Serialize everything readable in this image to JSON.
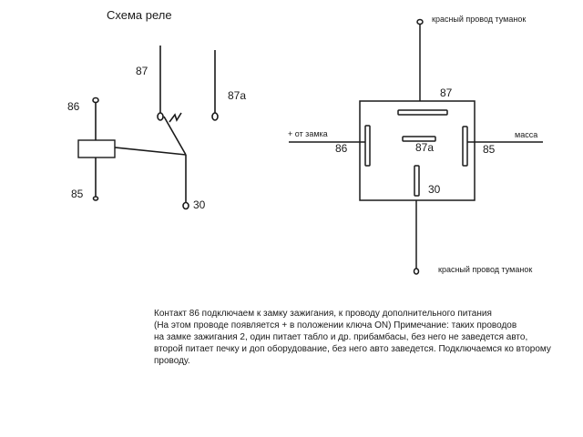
{
  "left_diagram": {
    "title": "Схема реле",
    "pin_87": "87",
    "pin_87a": "87a",
    "pin_86": "86",
    "pin_85": "85",
    "pin_30": "30"
  },
  "right_diagram": {
    "top_wire": "красный провод туманок",
    "bottom_wire": "красный провод туманок",
    "left_wire": "+ от замка",
    "right_wire": "масса",
    "pin_87": "87",
    "pin_87a": "87a",
    "pin_86": "86",
    "pin_85": "85",
    "pin_30": "30"
  },
  "note": {
    "line1": "Контакт 86 подключаем к замку зажигания, к проводу дополнительного питания",
    "line2": "(На этом проводе появляется + в положении ключа ON) Примечание: таких проводов",
    "line3": "на замке зажигания 2, один питает табло и др. прибамбасы, без него не заведется авто,",
    "line4": "второй питает печку и доп оборудование, без него авто заведется. Подключаемся ко второму",
    "line5": "проводу."
  }
}
